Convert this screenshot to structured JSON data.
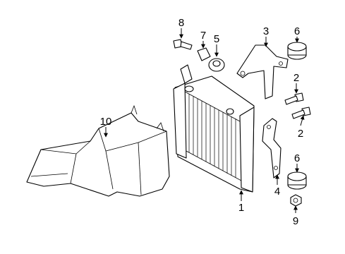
{
  "callouts": {
    "c1": "1",
    "c2a": "2",
    "c2b": "2",
    "c3": "3",
    "c4": "4",
    "c5": "5",
    "c6a": "6",
    "c6b": "6",
    "c7": "7",
    "c8": "8",
    "c9": "9",
    "c10": "10"
  }
}
